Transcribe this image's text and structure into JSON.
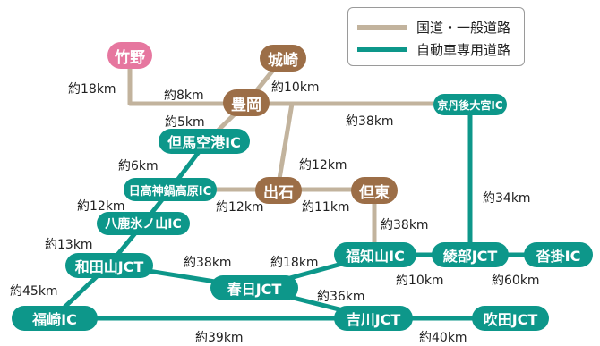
{
  "colors": {
    "general_road": "#c2b39d",
    "expressway": "#0d978a",
    "interchange_node": "#0d978a",
    "city_node": "#9c6e47",
    "origin_node": "#e6779f"
  },
  "legend": {
    "general_road": "国道・一般道路",
    "expressway": "自動車専用道路"
  },
  "nodes": {
    "takeno": "竹野",
    "kinosaki": "城崎",
    "toyooka": "豊岡",
    "tajima_airport_ic": "但馬空港IC",
    "hidaka_kannabe_kogen_ic": "日高神鍋高原IC",
    "izushi": "出石",
    "tanto": "但東",
    "yoka_hyonosen_ic": "八鹿氷ノ山IC",
    "wadayama_jct": "和田山JCT",
    "kasuga_jct": "春日JCT",
    "fukuchiyama_ic": "福知山IC",
    "ayabe_jct": "綾部JCT",
    "kutsukake_ic": "沓掛IC",
    "kyotango_omiya_ic": "京丹後大宮IC",
    "fukusaki_ic": "福崎IC",
    "yokawa_jct": "吉川JCT",
    "suita_jct": "吹田JCT"
  },
  "distances": {
    "takeno_route": "約18km",
    "takeno_toyooka": "約8km",
    "kinosaki_toyooka": "約10km",
    "toyooka_airport": "約5km",
    "toyooka_kyotango": "約38km",
    "airport_hidaka": "約6km",
    "toyooka_izushi": "約12km",
    "hidaka_yoka": "約12km",
    "hidaka_izushi": "約12km",
    "izushi_tanto": "約11km",
    "kyotango_ayabe": "約34km",
    "yoka_wadayama": "約13km",
    "tanto_fukuchiyama": "約38km",
    "wadayama_kasuga": "約38km",
    "kasuga_fukuchiyama": "約18km",
    "wadayama_fukusaki": "約45km",
    "kasuga_yokawa": "約36km",
    "fukuchiyama_ayabe": "約10km",
    "ayabe_kutsukake": "約60km",
    "fukusaki_yokawa": "約39km",
    "yokawa_suita": "約40km"
  }
}
